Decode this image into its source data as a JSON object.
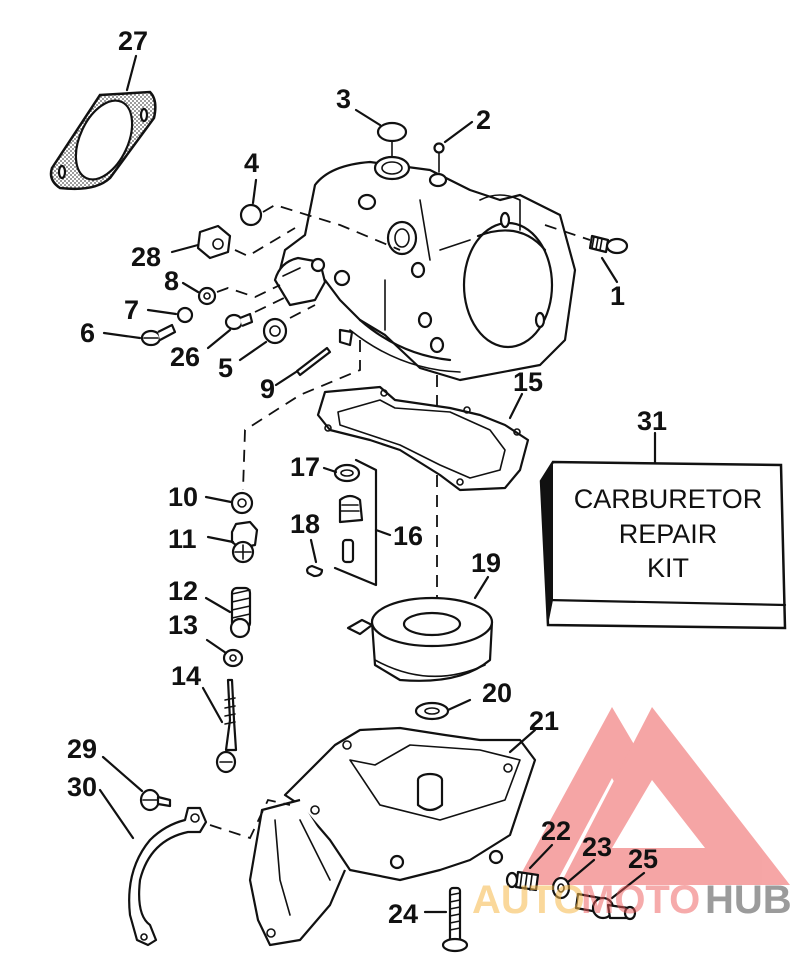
{
  "diagram": {
    "title": "Carburetor exploded parts diagram",
    "callouts": {
      "p1": "1",
      "p2": "2",
      "p3": "3",
      "p4": "4",
      "p5": "5",
      "p6": "6",
      "p7": "7",
      "p8": "8",
      "p9": "9",
      "p10": "10",
      "p11": "11",
      "p12": "12",
      "p13": "13",
      "p14": "14",
      "p15": "15",
      "p16": "16",
      "p17": "17",
      "p18": "18",
      "p19": "19",
      "p20": "20",
      "p21": "21",
      "p22": "22",
      "p23": "23",
      "p24": "24",
      "p25": "25",
      "p26": "26",
      "p27": "27",
      "p28": "28",
      "p29": "29",
      "p30": "30",
      "p31": "31"
    },
    "repair_kit": {
      "line1": "CARBURETOR",
      "line2": "REPAIR",
      "line3": "KIT"
    }
  },
  "watermark": {
    "part1": "AUTO",
    "part2": "MOTO",
    "part3": "HUB",
    "colors": {
      "auto": "#f7b94a",
      "moto": "#ee5a5a",
      "hub": "#7a7a7a"
    }
  }
}
